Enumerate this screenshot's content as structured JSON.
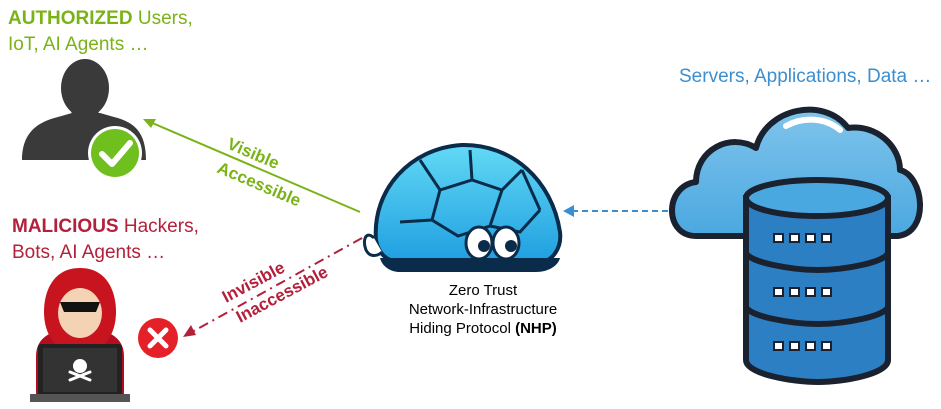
{
  "authorized": {
    "bold": "AUTHORIZED",
    "rest": " Users,",
    "line2": "IoT, AI Agents …"
  },
  "malicious": {
    "bold": "MALICIOUS",
    "rest": " Hackers,",
    "line2": "Bots, AI Agents …"
  },
  "servers": {
    "label": "Servers, Applications, Data …"
  },
  "nhp": {
    "line1": "Zero Trust",
    "line2": "Network-Infrastructure",
    "line3_prefix": "Hiding Protocol ",
    "line3_bold": "(NHP)"
  },
  "arrows": {
    "authorized_label1": "Visible",
    "authorized_label2": "Accessible",
    "malicious_label1": "Invisible",
    "malicious_label2": "Inaccessible"
  },
  "colors": {
    "authorized": "#7ab317",
    "malicious": "#b3203b",
    "servers": "#3b8fd0"
  },
  "icons": {
    "authorized_user": "user-silhouette-icon",
    "check": "check-circle-icon",
    "hacker": "hooded-hacker-icon",
    "deny": "x-circle-icon",
    "turtle": "turtle-shell-icon",
    "cloud_db": "cloud-database-icon"
  }
}
